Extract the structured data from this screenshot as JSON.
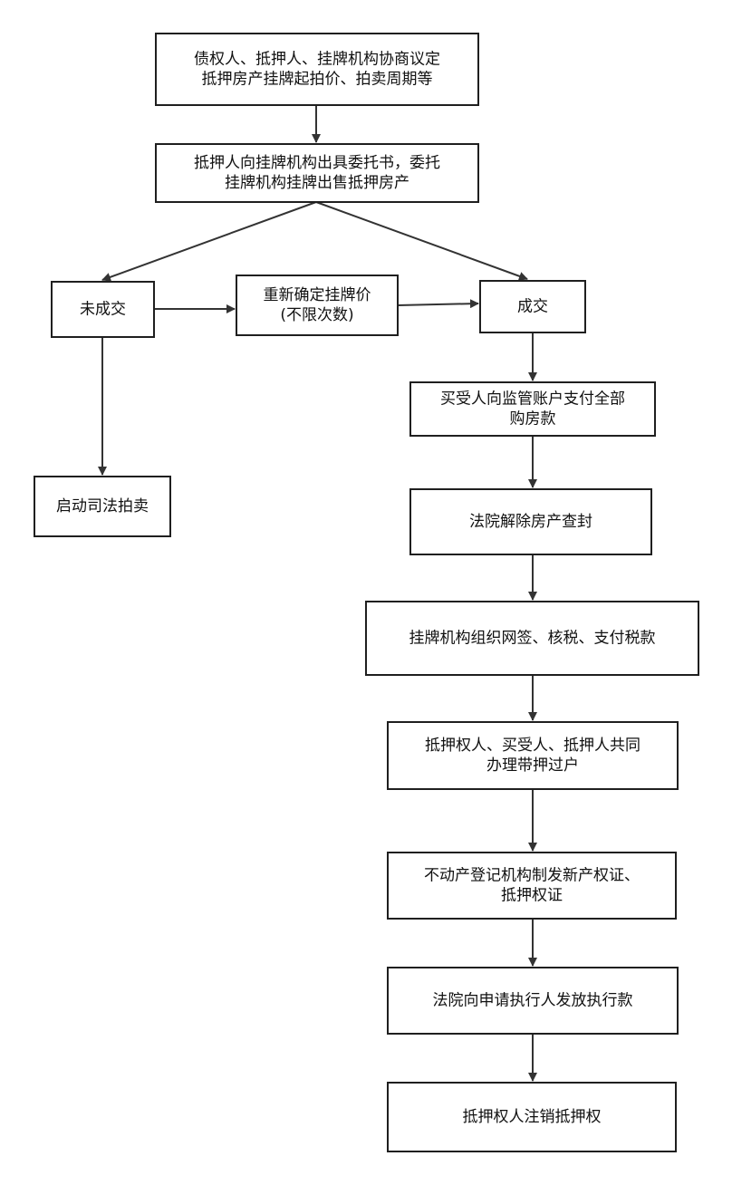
{
  "nodes": {
    "n1": [
      "债权人、抵押人、挂牌机构协商议定",
      "抵押房产挂牌起拍价、拍卖周期等"
    ],
    "n2": [
      "抵押人向挂牌机构出具委托书，委托",
      "挂牌机构挂牌出售抵押房产"
    ],
    "n3": [
      "未成交"
    ],
    "n4": [
      "重新确定挂牌价",
      "(不限次数)"
    ],
    "n5": [
      "成交"
    ],
    "n6": [
      "启动司法拍卖"
    ],
    "n7": [
      "买受人向监管账户支付全部",
      "购房款"
    ],
    "n8": [
      "法院解除房产查封"
    ],
    "n9": [
      "挂牌机构组织网签、核税、支付税款"
    ],
    "n10": [
      "抵押权人、买受人、抵押人共同",
      "办理带押过户"
    ],
    "n11": [
      "不动产登记机构制发新产权证、",
      "抵押权证"
    ],
    "n12": [
      "法院向申请执行人发放执行款"
    ],
    "n13": [
      "抵押权人注销抵押权"
    ]
  },
  "edges": [
    [
      "n1",
      "n2"
    ],
    [
      "n2",
      "n3"
    ],
    [
      "n2",
      "n5"
    ],
    [
      "n3",
      "n4"
    ],
    [
      "n4",
      "n5"
    ],
    [
      "n3",
      "n6"
    ],
    [
      "n5",
      "n7"
    ],
    [
      "n7",
      "n8"
    ],
    [
      "n8",
      "n9"
    ],
    [
      "n9",
      "n10"
    ],
    [
      "n10",
      "n11"
    ],
    [
      "n11",
      "n12"
    ],
    [
      "n12",
      "n13"
    ]
  ]
}
